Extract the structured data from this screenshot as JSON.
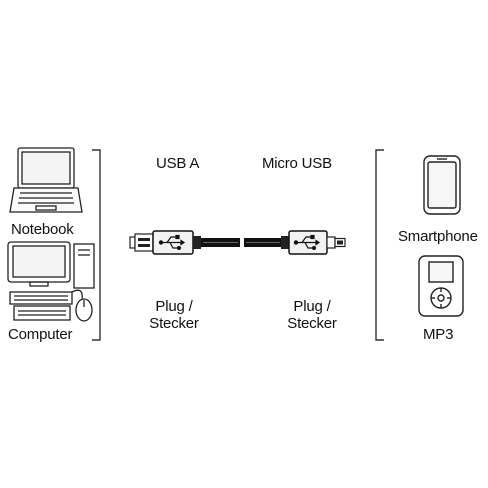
{
  "left_devices": {
    "notebook_label": "Notebook",
    "computer_label": "Computer"
  },
  "connectors": {
    "left": {
      "type_label": "USB A",
      "plug_label_line1": "Plug /",
      "plug_label_line2": "Stecker"
    },
    "right": {
      "type_label": "Micro USB",
      "plug_label_line1": "Plug /",
      "plug_label_line2": "Stecker"
    }
  },
  "right_devices": {
    "smartphone_label": "Smartphone",
    "mp3_label": "MP3"
  },
  "icons": [
    "laptop-icon",
    "desktop-computer-icon",
    "usb-a-plug-icon",
    "micro-usb-plug-icon",
    "smartphone-icon",
    "mp3-player-icon"
  ]
}
